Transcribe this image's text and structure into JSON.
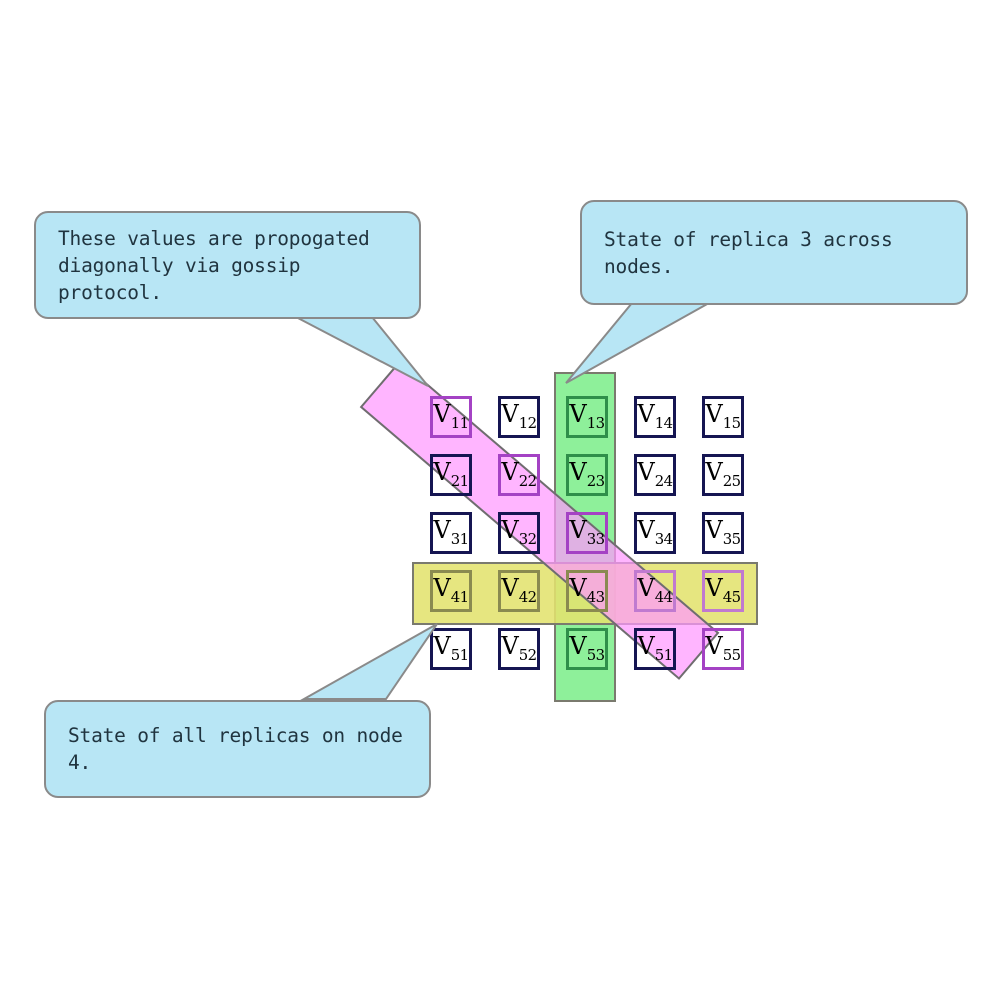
{
  "diagram": {
    "title": "Replica state grid with gossip propagation",
    "colors": {
      "callout_fill": "#b8e6f5",
      "callout_stroke": "#8a8a8a",
      "cell_stroke": "#151552",
      "column_band": "#8ef09a",
      "row_band": "#e2e26e",
      "diagonal_band": "#ff99ff",
      "band_stroke": "#7a7a6e"
    }
  },
  "callouts": [
    {
      "id": "gossip",
      "text": "These values are propogated\ndiagonally via gossip protocol.",
      "points_to": "V11"
    },
    {
      "id": "replica3",
      "text": "State of replica 3 across nodes.",
      "points_to": "V13"
    },
    {
      "id": "node4",
      "text": "State of all replicas on node 4.",
      "points_to": "V41"
    }
  ],
  "grid": {
    "rows": 5,
    "cols": 5,
    "cells": [
      [
        {
          "base": "V",
          "sub": "11",
          "highlight": "diagonal"
        },
        {
          "base": "V",
          "sub": "12",
          "highlight": "none"
        },
        {
          "base": "V",
          "sub": "13",
          "highlight": "column"
        },
        {
          "base": "V",
          "sub": "14",
          "highlight": "none"
        },
        {
          "base": "V",
          "sub": "15",
          "highlight": "none"
        }
      ],
      [
        {
          "base": "V",
          "sub": "21",
          "highlight": "none"
        },
        {
          "base": "V",
          "sub": "22",
          "highlight": "diagonal"
        },
        {
          "base": "V",
          "sub": "23",
          "highlight": "column"
        },
        {
          "base": "V",
          "sub": "24",
          "highlight": "none"
        },
        {
          "base": "V",
          "sub": "25",
          "highlight": "none"
        }
      ],
      [
        {
          "base": "V",
          "sub": "31",
          "highlight": "none"
        },
        {
          "base": "V",
          "sub": "32",
          "highlight": "none"
        },
        {
          "base": "V",
          "sub": "33",
          "highlight": "column-diagonal"
        },
        {
          "base": "V",
          "sub": "34",
          "highlight": "none"
        },
        {
          "base": "V",
          "sub": "35",
          "highlight": "none"
        }
      ],
      [
        {
          "base": "V",
          "sub": "41",
          "highlight": "row"
        },
        {
          "base": "V",
          "sub": "42",
          "highlight": "row"
        },
        {
          "base": "V",
          "sub": "43",
          "highlight": "row-column"
        },
        {
          "base": "V",
          "sub": "44",
          "highlight": "row-diagonal"
        },
        {
          "base": "V",
          "sub": "45",
          "highlight": "row"
        }
      ],
      [
        {
          "base": "V",
          "sub": "51",
          "highlight": "none"
        },
        {
          "base": "V",
          "sub": "52",
          "highlight": "none"
        },
        {
          "base": "V",
          "sub": "53",
          "highlight": "column"
        },
        {
          "base": "V",
          "sub": "51",
          "highlight": "none"
        },
        {
          "base": "V",
          "sub": "55",
          "highlight": "diagonal"
        }
      ]
    ]
  },
  "bands": {
    "column": {
      "label": "replica-3-column",
      "covers": "column 3, rows 1-5"
    },
    "row": {
      "label": "node-4-row",
      "covers": "row 4, columns 1-5"
    },
    "diagonal": {
      "label": "gossip-diagonal",
      "covers": "V11 V22 V33 V44 V55"
    }
  }
}
